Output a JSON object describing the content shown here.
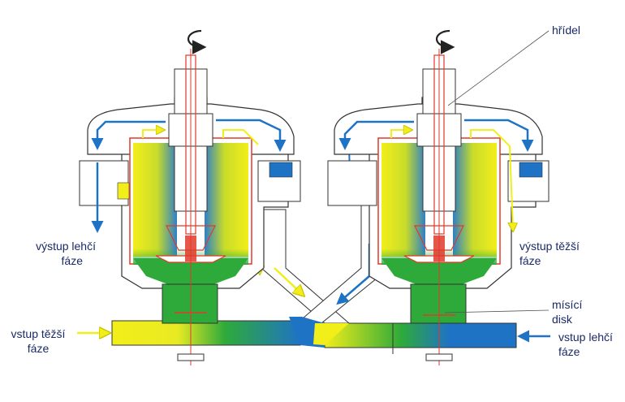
{
  "labels": {
    "shaft": "hřídel",
    "lighter_out_1": "výstup lehčí",
    "lighter_out_2": "fáze",
    "heavier_out_1": "výstup těžší",
    "heavier_out_2": "fáze",
    "mixing_1": "mísící",
    "mixing_2": "disk",
    "heavier_in_1": "vstup těžší",
    "heavier_in_2": "fáze",
    "lighter_in_1": "vstup lehčí",
    "lighter_in_2": "fáze"
  },
  "colors": {
    "heavy_phase": "#1f73c4",
    "light_phase": "#f2ee1a",
    "mixed_phase": "#2eaa3a",
    "outline": "#333333",
    "shaft": "#e03a2a",
    "label_text": "#1a2a66"
  },
  "icons": {
    "rotation": "rotation-arrow-icon"
  }
}
